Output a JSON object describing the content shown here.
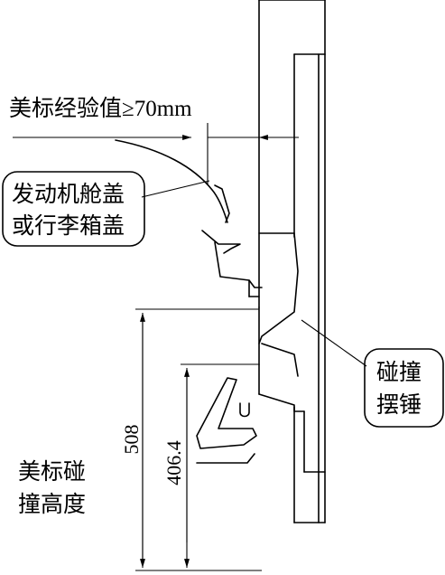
{
  "labels": {
    "us_experience": "美标经验值≥70mm",
    "hood_line1": "发动机舱盖",
    "hood_line2": "或行李箱盖",
    "pendulum_line1": "碰撞",
    "pendulum_line2": "摆锤",
    "height_line1": "美标碰",
    "height_line2": "撞高度"
  },
  "dimensions": {
    "upper": "508",
    "lower": "406.4"
  },
  "colors": {
    "stroke": "#000000",
    "background": "#ffffff"
  }
}
